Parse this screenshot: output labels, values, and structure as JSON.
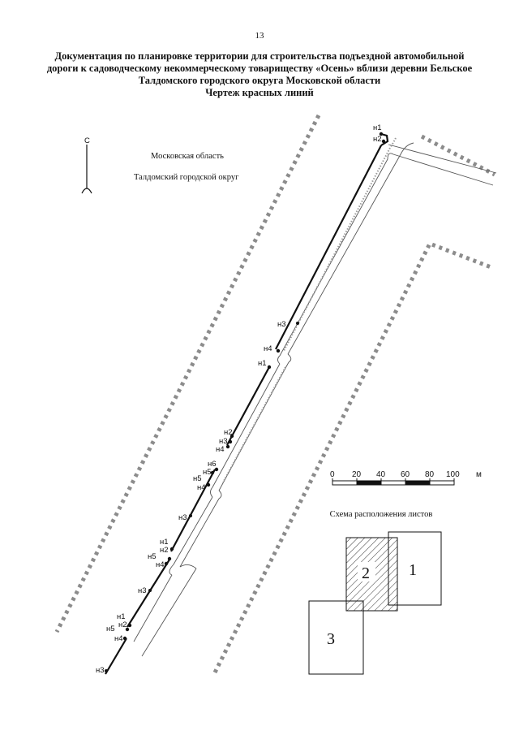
{
  "page_number": "13",
  "title_lines": [
    "Документация по планировке территории для строительства подъездной автомобильной",
    "дороги к садоводческому некоммерческому товариществу «Осень» вблизи деревни Бельское",
    "Талдомского городского округа Московской области",
    "Чертеж красных линий"
  ],
  "north_label": "С",
  "regions": {
    "oblast": "Московская область",
    "okrug": "Талдомский городской округ"
  },
  "point_labels": {
    "n1": "н1",
    "n2": "н2",
    "n3": "н3",
    "n4": "н4",
    "n5": "н5",
    "n6": "н6"
  },
  "scale_bar": {
    "ticks": [
      "0",
      "20",
      "40",
      "60",
      "80",
      "100"
    ],
    "unit": "м"
  },
  "sheet_scheme": {
    "title": "Схема расположения листов",
    "sheets": [
      "1",
      "2",
      "3"
    ]
  },
  "colors": {
    "boundary_gray": "#8c8c8c",
    "red_line": "#111111",
    "road_edge": "#555555",
    "hatch": "#333333"
  }
}
